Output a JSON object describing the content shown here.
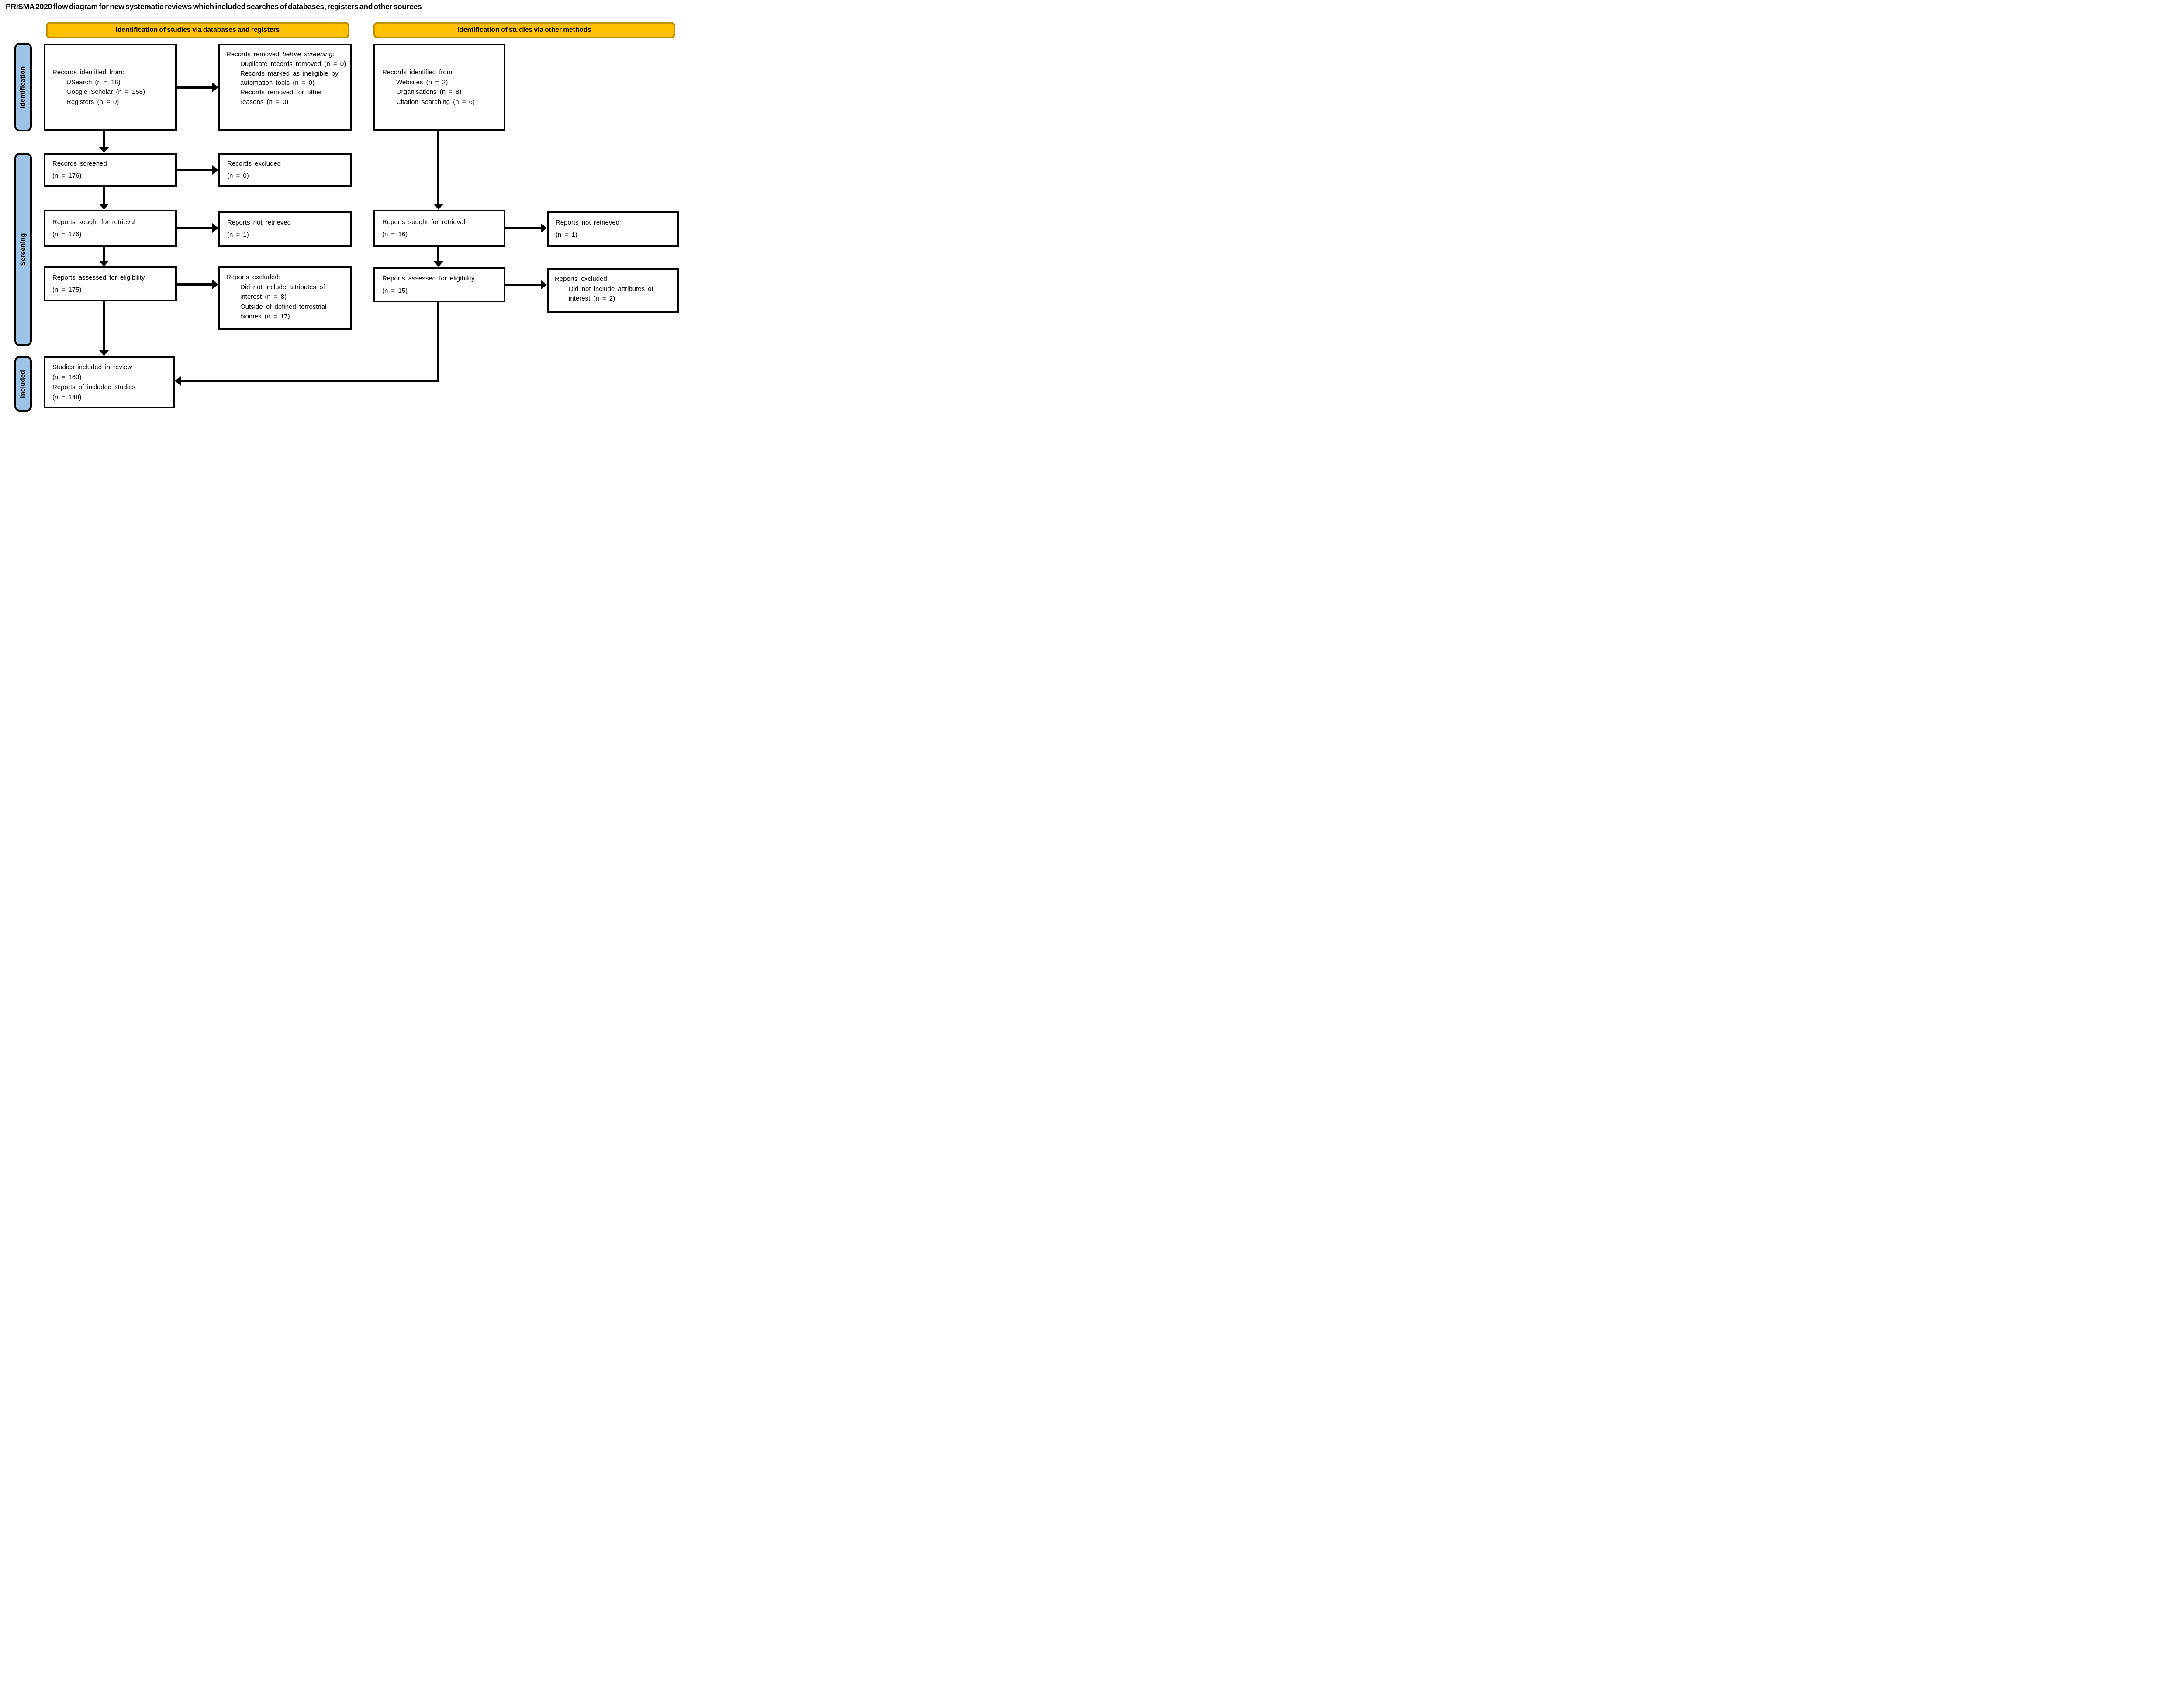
{
  "title": "PRISMA 2020 flow diagram for new systematic reviews which included searches of databases, registers and other sources",
  "banners": {
    "databases": "Identification of studies via databases and registers",
    "other_methods": "Identification of studies via other methods"
  },
  "stages": {
    "identification": "Identification",
    "screening": "Screening",
    "included": "Included"
  },
  "colors": {
    "banner_fill": "#FFC000",
    "banner_border": "#BF9000",
    "stage_fill": "#9DC3E6",
    "box_border": "#000000",
    "background": "#FFFFFF"
  },
  "boxes": {
    "db_records_identified": {
      "title": "Records identified from:",
      "items": [
        "USearch (n = 18)",
        "Google Scholar (n = 158)",
        "Registers (n = 0)"
      ]
    },
    "records_removed": {
      "pre": "Records removed ",
      "italic": "before screening",
      "post": ":",
      "items": [
        "Duplicate records removed (n = 0)",
        "Records marked as ineligible by automation tools (n = 0)",
        "Records removed for other reasons (n = 0)"
      ]
    },
    "other_records_identified": {
      "title": "Records identified from:",
      "items": [
        "Websites (n = 2)",
        "Organisations (n = 8)",
        "Citation searching (n = 6)"
      ]
    },
    "records_screened": {
      "line1": "Records screened",
      "line2": "(n = 176)"
    },
    "records_excluded": {
      "line1": "Records excluded",
      "line2": "(n = 0)"
    },
    "db_reports_sought": {
      "line1": "Reports sought for retrieval",
      "line2": "(n = 176)"
    },
    "db_reports_not_retrieved": {
      "line1": "Reports not retrieved",
      "line2": "(n = 1)"
    },
    "other_reports_sought": {
      "line1": "Reports sought for retrieval",
      "line2": "(n = 16)"
    },
    "other_reports_not_retrieved": {
      "line1": "Reports not retrieved",
      "line2": "(n = 1)"
    },
    "db_reports_assessed": {
      "line1": "Reports assessed for eligibility",
      "line2": "(n = 175)"
    },
    "db_reports_excluded": {
      "title": "Reports excluded:",
      "items": [
        "Did not include attributes of interest (n = 8)",
        "Outside of defined terrestrial biomes (n = 17)"
      ]
    },
    "other_reports_assessed": {
      "line1": "Reports assessed for eligibility",
      "line2": "(n = 15)"
    },
    "other_reports_excluded": {
      "title": "Reports excluded:",
      "items": [
        "Did not include attributes of interest (n = 2)"
      ]
    },
    "included_studies": {
      "lines": [
        "Studies included in review",
        "(n = 163)",
        "Reports of included studies",
        "(n = 148)"
      ]
    }
  }
}
